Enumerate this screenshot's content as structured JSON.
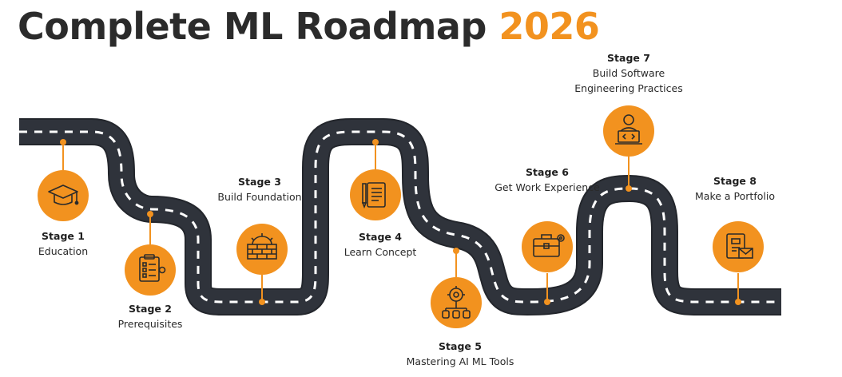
{
  "title": {
    "main": "Complete ML Roadmap",
    "year": "2026"
  },
  "colors": {
    "accent": "#f2921f",
    "road": "#2f333b",
    "road_edge": "#23262c",
    "dash": "#ffffff",
    "title": "#2b2b2b"
  },
  "stages": [
    {
      "stage": "Stage 1",
      "text": "Education",
      "icon": "graduation-cap-icon"
    },
    {
      "stage": "Stage 2",
      "text": "Prerequisites",
      "icon": "clipboard-checklist-icon"
    },
    {
      "stage": "Stage 3",
      "text": "Build Foundation",
      "icon": "brick-wall-foundation-icon"
    },
    {
      "stage": "Stage 4",
      "text": "Learn Concept",
      "icon": "notebook-pencil-icon"
    },
    {
      "stage": "Stage 5",
      "text": "Mastering AI ML Tools",
      "icon": "gear-database-icon"
    },
    {
      "stage": "Stage 6",
      "text": "Get Work Experience",
      "icon": "briefcase-gear-icon"
    },
    {
      "stage": "Stage 7",
      "text": "Build Software",
      "text2": "Engineering Practices",
      "icon": "developer-laptop-icon"
    },
    {
      "stage": "Stage 8",
      "text": "Make a Portfolio",
      "icon": "portfolio-envelope-icon"
    }
  ]
}
